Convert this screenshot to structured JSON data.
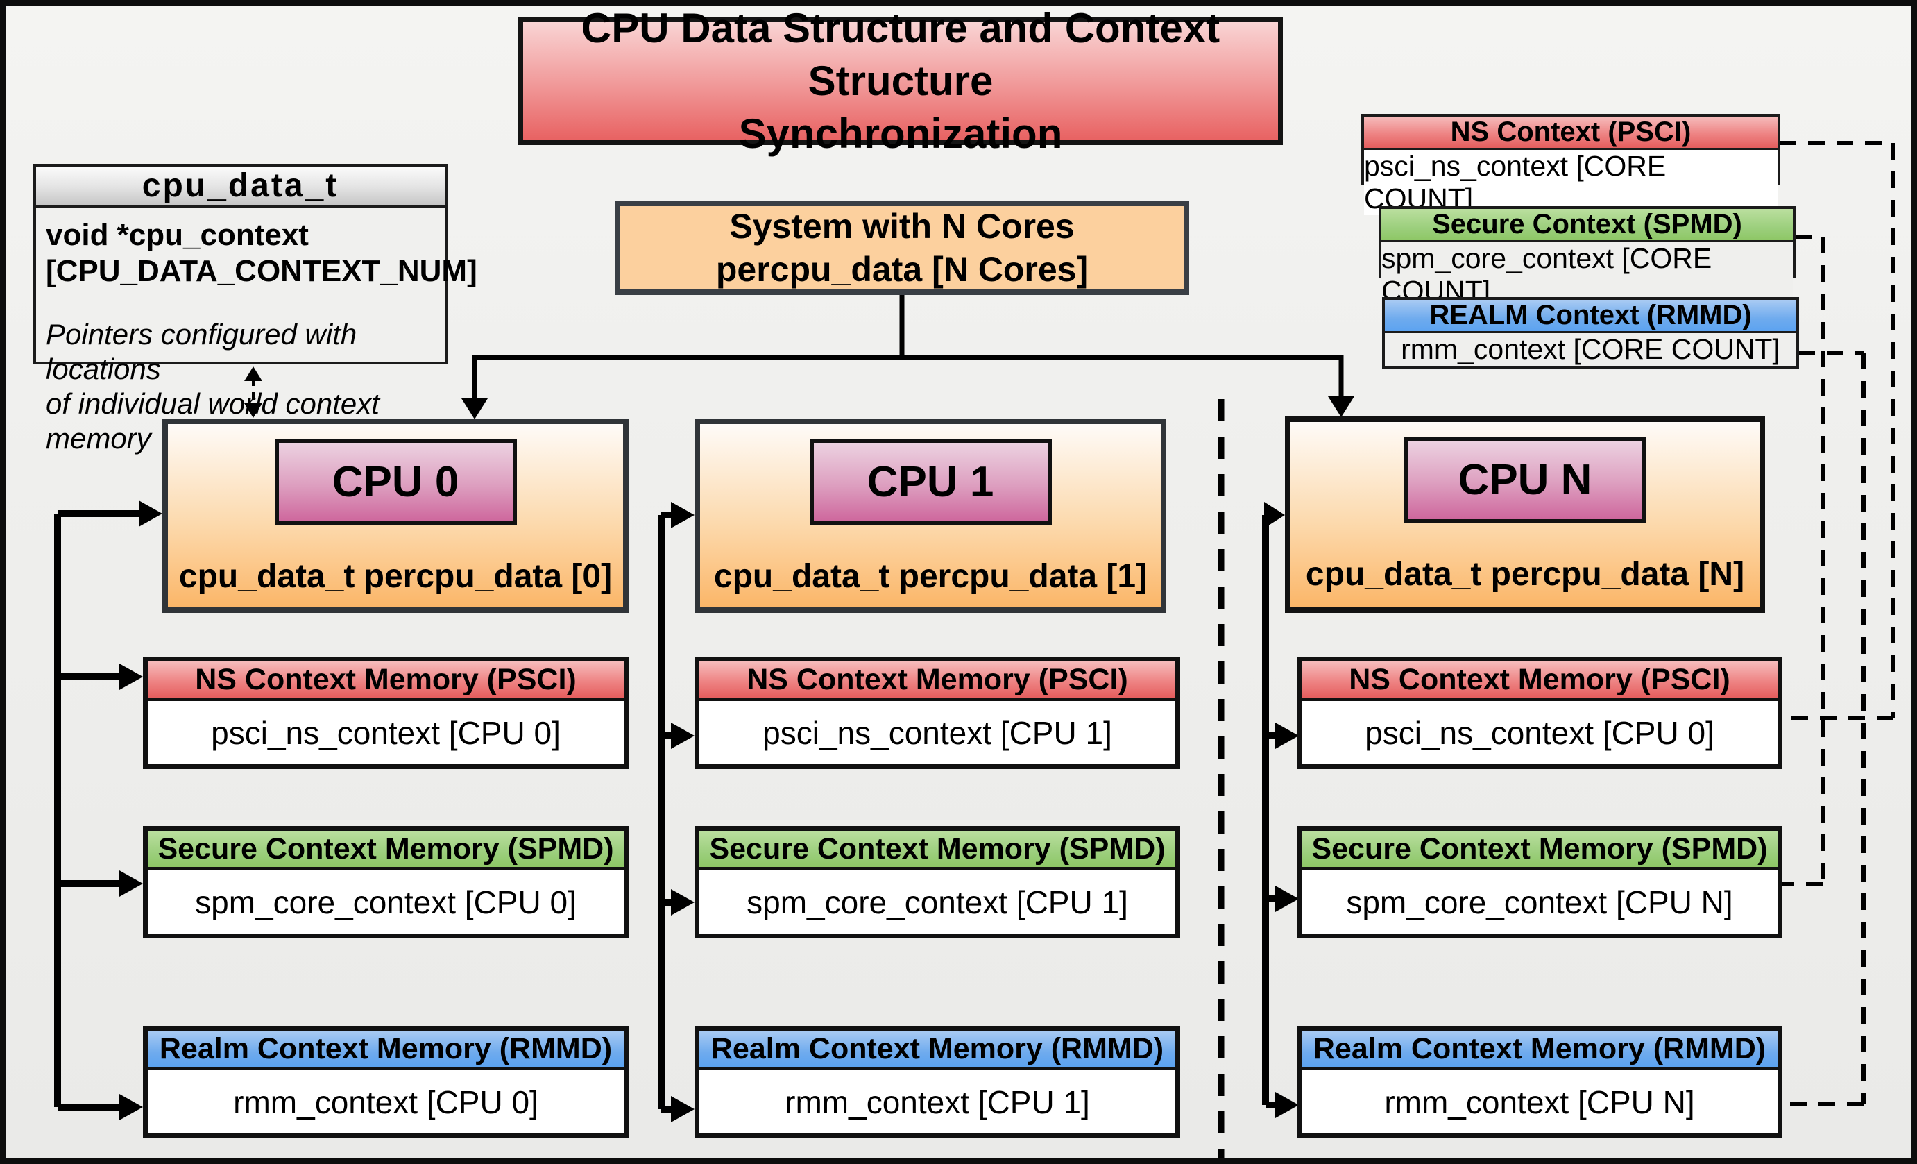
{
  "title": {
    "line1": "CPU Data Structure and Context Structure",
    "line2": "Synchronization"
  },
  "cpu_data_struct": {
    "header": "cpu_data_t",
    "field_line1": "void  *cpu_context",
    "field_line2": "[CPU_DATA_CONTEXT_NUM]",
    "note_line1": "Pointers configured with locations",
    "note_line2": "of individual world context memory"
  },
  "system_box": {
    "line1": "System with N Cores",
    "line2": "percpu_data [N Cores]"
  },
  "legend": {
    "ns": {
      "header": "NS Context  (PSCI)",
      "value": "psci_ns_context [CORE COUNT]"
    },
    "secure": {
      "header": "Secure Context (SPMD)",
      "value": "spm_core_context [CORE COUNT]"
    },
    "realm": {
      "header": "REALM Context (RMMD)",
      "value": "rmm_context [CORE COUNT]"
    }
  },
  "cpus": [
    {
      "label": "CPU 0",
      "data_label": "cpu_data_t percpu_data [0]",
      "ns": {
        "header": "NS Context Memory (PSCI)",
        "value": "psci_ns_context [CPU 0]"
      },
      "secure": {
        "header": "Secure Context Memory (SPMD)",
        "value": "spm_core_context [CPU 0]"
      },
      "realm": {
        "header": "Realm Context Memory (RMMD)",
        "value": "rmm_context [CPU 0]"
      }
    },
    {
      "label": "CPU 1",
      "data_label": "cpu_data_t percpu_data [1]",
      "ns": {
        "header": "NS Context Memory (PSCI)",
        "value": "psci_ns_context [CPU 1]"
      },
      "secure": {
        "header": "Secure Context Memory (SPMD)",
        "value": "spm_core_context [CPU 1]"
      },
      "realm": {
        "header": "Realm Context Memory (RMMD)",
        "value": "rmm_context [CPU 1]"
      }
    },
    {
      "label": "CPU N",
      "data_label": "cpu_data_t percpu_data [N]",
      "ns": {
        "header": "NS Context Memory (PSCI)",
        "value": "psci_ns_context [CPU 0]"
      },
      "secure": {
        "header": "Secure Context Memory (SPMD)",
        "value": "spm_core_context [CPU N]"
      },
      "realm": {
        "header": "Realm Context Memory (RMMD)",
        "value": "rmm_context [CPU N]"
      }
    }
  ],
  "colors": {
    "ns_red": "#e96a6a",
    "secure_green": "#9ccf7d",
    "realm_blue": "#5ca3f0",
    "cpu_pink": "#ce679d",
    "cpu_orange": "#fbb668",
    "system_orange": "#fcd09e",
    "title_red": "#e86262"
  }
}
